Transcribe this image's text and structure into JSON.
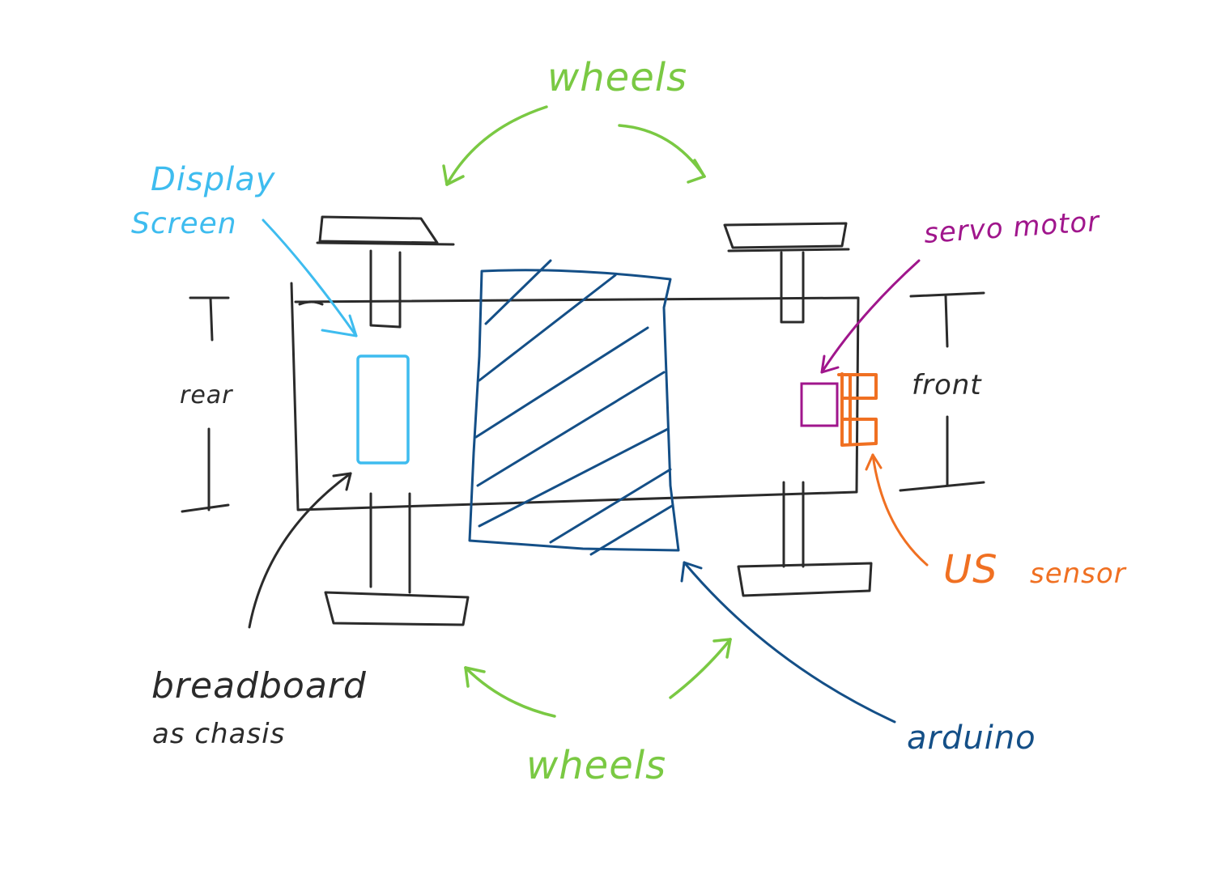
{
  "colors": {
    "chassis": "#2b2b2b",
    "wheels": "#7ac943",
    "display": "#3ebcef",
    "arduino": "#144f87",
    "servo": "#a0168c",
    "sensor": "#f07022",
    "background": "#ffffff"
  },
  "labels": {
    "wheels_top": "wheels",
    "wheels_bottom": "wheels",
    "display_line1": "Display",
    "display_line2": "Screen",
    "servo": "servo motor",
    "rear": "rear",
    "front": "front",
    "us_sensor_a": "US",
    "us_sensor_b": "sensor",
    "breadboard_line1": "breadboard",
    "breadboard_line2": "as chasis",
    "arduino": "arduino"
  }
}
